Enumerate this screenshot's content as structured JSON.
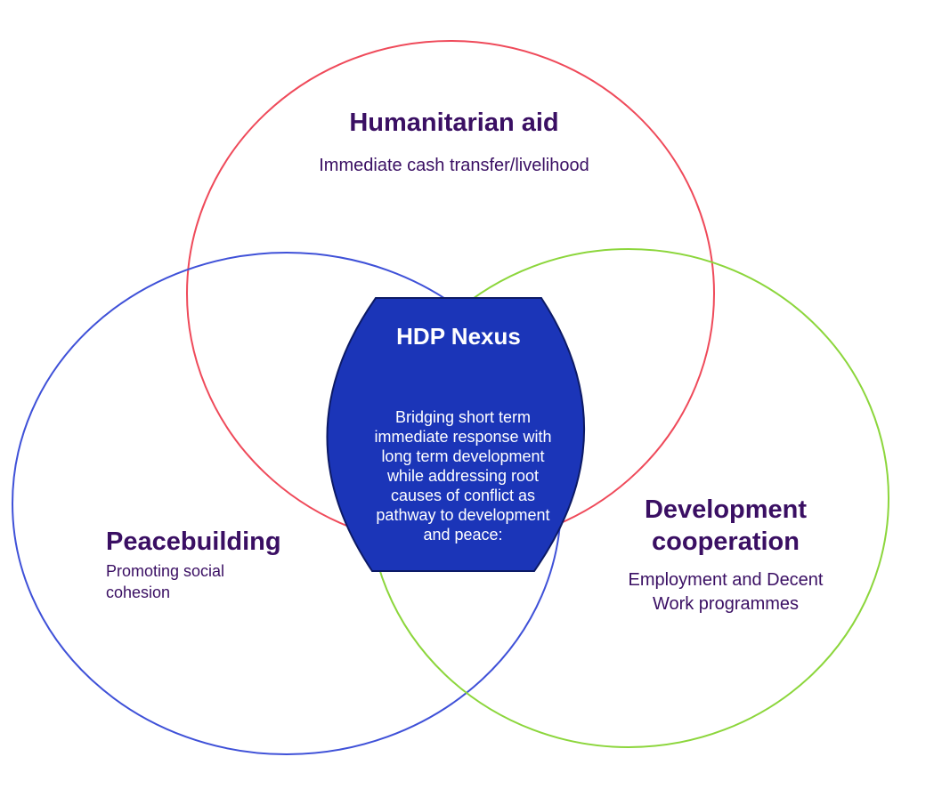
{
  "colors": {
    "humanitarian_circle": "#ef4a5a",
    "peacebuilding_circle": "#3f51d8",
    "development_circle": "#8cd63c",
    "nexus_fill": "#1b35b8",
    "nexus_border": "#0c1a66",
    "label_text": "#3a0f63",
    "nexus_text": "#ffffff"
  },
  "humanitarian": {
    "title": "Humanitarian aid",
    "description": "Immediate cash transfer/livelihood"
  },
  "peacebuilding": {
    "title": "Peacebuilding",
    "description_lines": [
      "Promoting social",
      "cohesion"
    ]
  },
  "development": {
    "title_lines": [
      "Development",
      "cooperation"
    ],
    "description_lines": [
      "Employment and Decent",
      "Work programmes"
    ]
  },
  "nexus": {
    "title": "HDP Nexus",
    "description_lines": [
      "Bridging short term",
      "immediate response with",
      "long term development",
      "while addressing root",
      "causes of conflict as",
      "pathway to development",
      "and peace:"
    ]
  }
}
